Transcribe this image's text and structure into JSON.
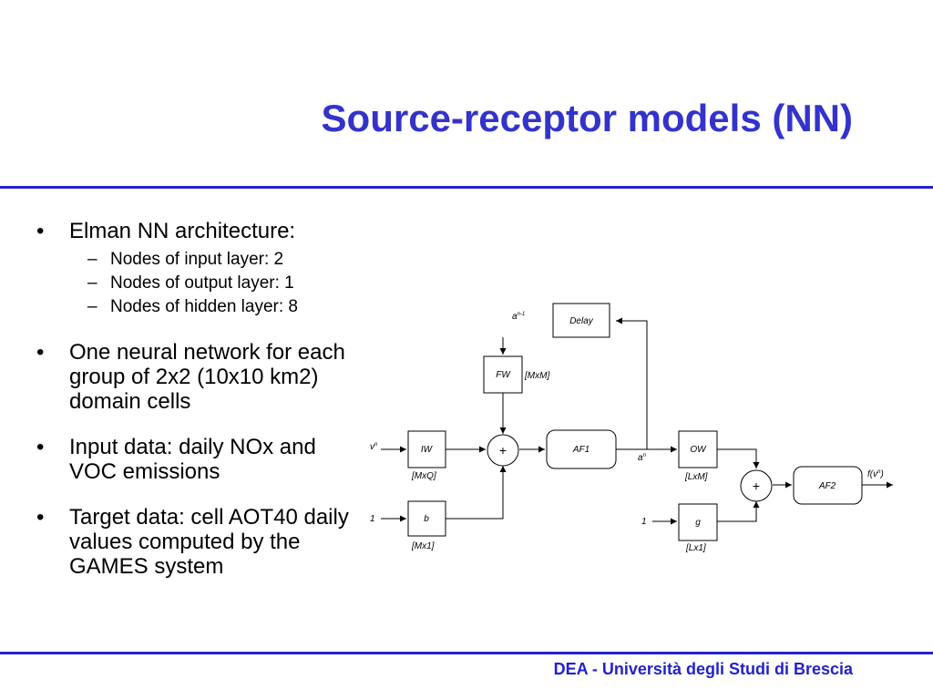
{
  "slide": {
    "title": "Source-receptor models (NN)",
    "footer": "DEA - Università degli Studi di Brescia"
  },
  "bullets": [
    {
      "text": "Elman NN architecture:",
      "sub": [
        "Nodes of input layer: 2",
        "Nodes of output layer: 1",
        "Nodes of hidden layer: 8"
      ]
    },
    {
      "lines": [
        "One neural network for each",
        "group of 2x2 (10x10 km2)",
        "domain cells"
      ]
    },
    {
      "lines": [
        "Input data: daily NOx  and",
        "VOC emissions"
      ]
    },
    {
      "lines": [
        "Target data: cell AOT40 daily",
        "values computed by the",
        "GAMES system"
      ]
    }
  ],
  "diagram": {
    "delay": "Delay",
    "fw": "FW",
    "fw_dim": "[MxM]",
    "iw": "IW",
    "iw_dim": "[MxQ]",
    "b": "b",
    "b_dim": "[Mx1]",
    "sum_symbol": "+",
    "af1": "AF1",
    "ow": "OW",
    "ow_dim": "[LxM]",
    "g": "g",
    "g_dim": "[Lx1]",
    "af2": "AF2",
    "input_label": "v",
    "input_sup": "n",
    "one_label": "1",
    "hidden_label": "a",
    "hidden_sup": "n",
    "prev_label": "a",
    "prev_sup": "n-1",
    "output_label": "f(v",
    "output_sup": "n",
    "output_close": ")"
  }
}
